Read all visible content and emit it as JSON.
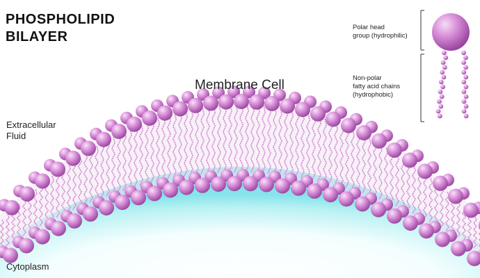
{
  "title": {
    "line1": "PHOSPHOLIPID",
    "line2": "BILAYER"
  },
  "membrane_label": "Membrane Cell",
  "extracellular": {
    "line1": "Extracellular",
    "line2": "Fluid"
  },
  "cytoplasm": "Cytoplasm",
  "legend": {
    "head": {
      "line1": "Polar head",
      "line2": "group (hydrophilic)"
    },
    "tails": {
      "line1": "Non-polar",
      "line2": "fatty acid chains",
      "line3": "(hydrophobic)"
    }
  },
  "colors": {
    "head": "#d98ed9",
    "head_highlight": "#f6dcf6",
    "head_shadow": "#a34fa8",
    "tail": "#cf86cf",
    "cytoplasm_fill": "#8fe8ee",
    "bilayer_fill": "#f3e6f3",
    "bracket": "#333333"
  }
}
